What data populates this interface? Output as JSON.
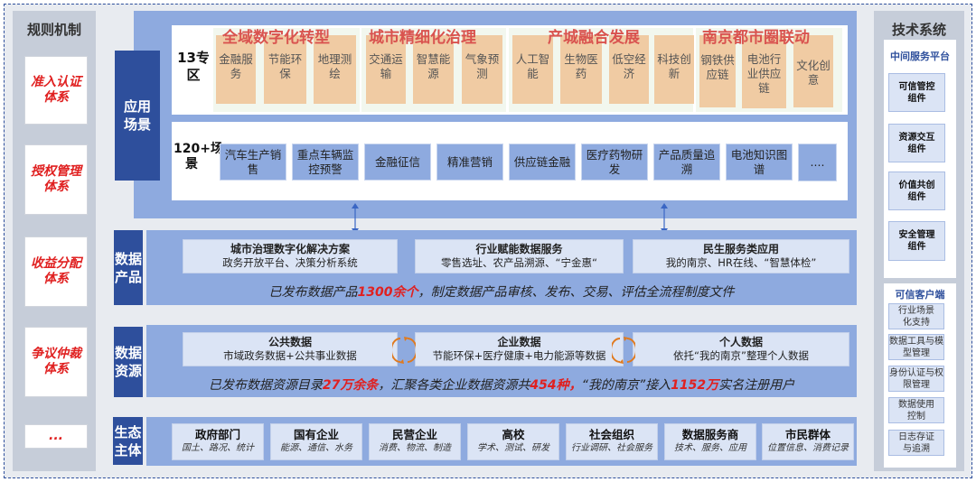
{
  "rules": {
    "title": "规则机制",
    "items": [
      "准入认证体系",
      "授权管理体系",
      "收益分配体系",
      "争议仲裁体系",
      "..."
    ]
  },
  "app": {
    "label": "应用场景",
    "zone_label": "13专区",
    "scene_label": "120+场景",
    "groups": [
      {
        "title": "全域数字化转型",
        "tiles": [
          "金融服务",
          "节能环保",
          "地理测绘"
        ]
      },
      {
        "title": "城市精细化治理",
        "tiles": [
          "交通运输",
          "智慧能源",
          "气象预测"
        ]
      },
      {
        "title": "产城融合发展",
        "tiles": [
          "人工智能",
          "生物医药",
          "低空经济",
          "科技创新"
        ]
      },
      {
        "title": "南京都市圈联动",
        "tiles": [
          "钢铁供应链",
          "电池行业供应链",
          "文化创意"
        ]
      }
    ],
    "scenes": [
      "汽车生产销售",
      "重点车辆监控预警",
      "金融征信",
      "精准营销",
      "供应链金融",
      "医疗药物研发",
      "产品质量追溯",
      "电池知识图谱",
      "...."
    ]
  },
  "products": {
    "label": "数据产品",
    "cards": [
      {
        "title": "城市治理数字化解决方案",
        "desc": "政务开放平台、决策分析系统"
      },
      {
        "title": "行业赋能数据服务",
        "desc": "零售选址、农产品溯源、“宁金惠“"
      },
      {
        "title": "民生服务类应用",
        "desc": "我的南京、HR在线、“智慧体检”"
      }
    ],
    "note_a": "已发布数据产品",
    "note_hl": "1300余个",
    "note_b": "，制定数据产品审核、发布、交易、评估全流程制度文件"
  },
  "resources": {
    "label": "数据资源",
    "cards": [
      {
        "title": "公共数据",
        "desc": "市域政务数据+公共事业数据"
      },
      {
        "title": "企业数据",
        "desc": "节能环保+医疗健康+电力能源等数据"
      },
      {
        "title": "个人数据",
        "desc": "依托“我的南京”整理个人数据"
      }
    ],
    "note_1": "已发布数据资源目录",
    "hl_1": "27万余条",
    "note_2": "，汇聚各类企业数据资源共",
    "hl_2": "454种，",
    "note_3": "“我的南京”接入",
    "hl_3": "1152万",
    "note_4": "实名注册用户"
  },
  "eco": {
    "label": "生态主体",
    "items": [
      {
        "title": "政府部门",
        "desc": "国土、路况、统计"
      },
      {
        "title": "国有企业",
        "desc": "能源、通信、水务"
      },
      {
        "title": "民营企业",
        "desc": "消费、物流、制造"
      },
      {
        "title": "高校",
        "desc": "学术、测试、研发"
      },
      {
        "title": "社会组织",
        "desc": "行业调研、社会服务"
      },
      {
        "title": "数据服务商",
        "desc": "技术、服务、应用"
      },
      {
        "title": "市民群体",
        "desc": "位置信息、消费记录"
      }
    ]
  },
  "tech": {
    "title": "技术系统",
    "platform": "中间服务平台",
    "components": [
      "可信管控组件",
      "资源交互组件",
      "价值共创组件",
      "安全管理组件"
    ],
    "client": "可信客户端",
    "client_items": [
      "行业场景化支持",
      "数据工具与模型管理",
      "身份认证与权限管理",
      "数据使用控制",
      "日志存证与追溯"
    ]
  },
  "colors": {
    "dark_blue": "#2e4f9c",
    "mid_blue": "#8eaadf",
    "red": "#e02020",
    "orange": "#f0cba3"
  }
}
